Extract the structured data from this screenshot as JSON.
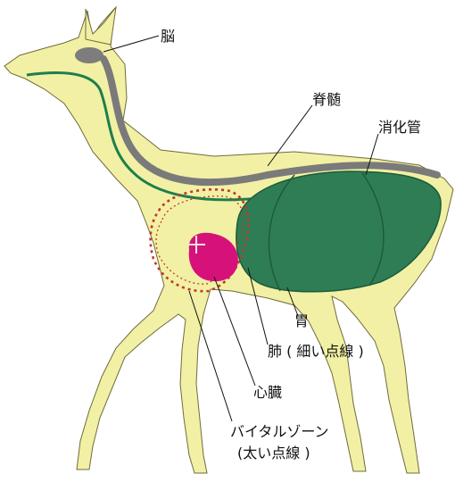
{
  "labels": {
    "brain": "脳",
    "spinal_cord": "脊髄",
    "digestive_tract": "消化管",
    "stomach": "胃",
    "lung": "肺 ( 細い点線 )",
    "heart": "心臓",
    "vital_zone_line1": "バイタルゾーン",
    "vital_zone_line2": "(太い点線 )"
  },
  "colors": {
    "body": "#f2f0a4",
    "outline": "#6f6b3c",
    "brain": "#7d7d7d",
    "spinal_cord": "#7a7a7a",
    "digestive_line": "#1e7e4c",
    "digestive_organ": "#2f7d55",
    "heart": "#d6127a",
    "dotted": "#c0392b",
    "leader": "#111111"
  },
  "icons": {
    "aim_mark": "crosshair-icon"
  }
}
